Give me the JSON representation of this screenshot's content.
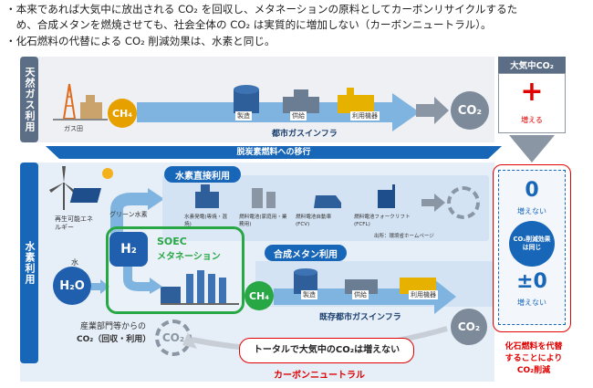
{
  "bullets": [
    "・本来であれば大気中に放出される CO₂ を回収し、メタネーションの原料としてカーボンリサイクルするた",
    "　め、合成メタンを燃焼させても、社会全体の CO₂ は実質的に増加しない（カーボンニュートラル）。",
    "・化石燃料の代替による CO₂ 削減効果は、水素と同じ。"
  ],
  "rows": {
    "natural_gas": "天然ガス利用",
    "hydrogen": "水素利用"
  },
  "top_flow": {
    "gas_field": "ガス田",
    "ch4": "CH₄",
    "labels": [
      "製造",
      "供給",
      "利用機器"
    ],
    "infra_title": "都市ガスインフラ",
    "co2": "CO₂"
  },
  "transition": "脱炭素燃料への移行",
  "right_panel": {
    "title": "大気中CO₂",
    "plus": "+",
    "increase": "増える",
    "zero": "0",
    "no_increase_1": "増えない",
    "same_effect": "CO₂削減効果は同じ",
    "pm_zero": "±0",
    "no_increase_2": "増えない",
    "note_lines": [
      "化石燃料を代替",
      "することにより",
      "CO₂削減"
    ]
  },
  "hydrogen_direct": {
    "title": "水素直接利用",
    "items": [
      "水素発電(専焼・混焼)",
      "燃料電池(家庭用・業務用)",
      "燃料電池自動車(FCV)",
      "燃料電池フォークリフト(FCFL)"
    ],
    "source": "出所：環境省ホームページ"
  },
  "left_side": {
    "renewable": "再生可能エネルギー",
    "green_h2": "グリーン水素",
    "water": "水",
    "h2o": "H₂O",
    "h2": "H₂",
    "industry_1": "産業部門等からの",
    "industry_2": "CO₂（回収・利用）"
  },
  "soec": {
    "title": "SOEC",
    "subtitle": "メタネーション"
  },
  "synthetic": {
    "title": "合成メタン利用",
    "ch4": "CH₄",
    "labels": [
      "製造",
      "供給",
      "利用機器"
    ],
    "infra_title": "既存都市ガスインフラ",
    "co2": "CO₂"
  },
  "bottom": {
    "total": "トータルで大気中のCO₂は増えない",
    "neutral": "カーボンニュートラル",
    "co2_cycle": "CO₂"
  }
}
